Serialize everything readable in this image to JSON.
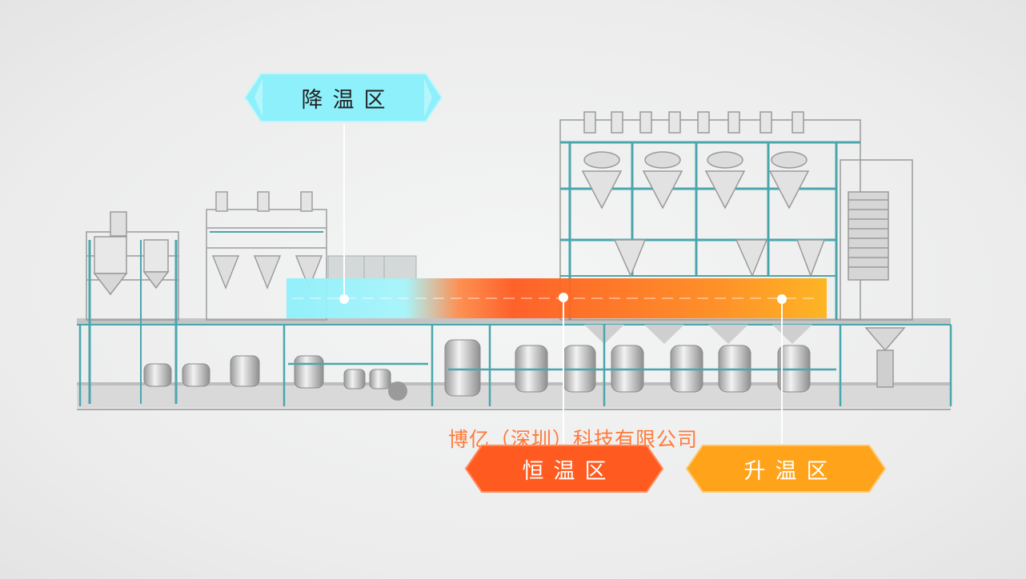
{
  "zones": {
    "cooling": {
      "label": "降温区",
      "color": "#7fe6f2"
    },
    "constant": {
      "label": "恒温区",
      "color": "#ff5a1f"
    },
    "heating": {
      "label": "升温区",
      "color": "#ffa31a"
    }
  },
  "watermark": {
    "text": "博亿（深圳）科技有限公司"
  },
  "colors": {
    "frame": "#4aa6ad",
    "steel": "#b8b8b8",
    "band_cool": "#8ef0fb",
    "band_mid": "#ff6a2a",
    "band_warm": "#ffb21a"
  }
}
